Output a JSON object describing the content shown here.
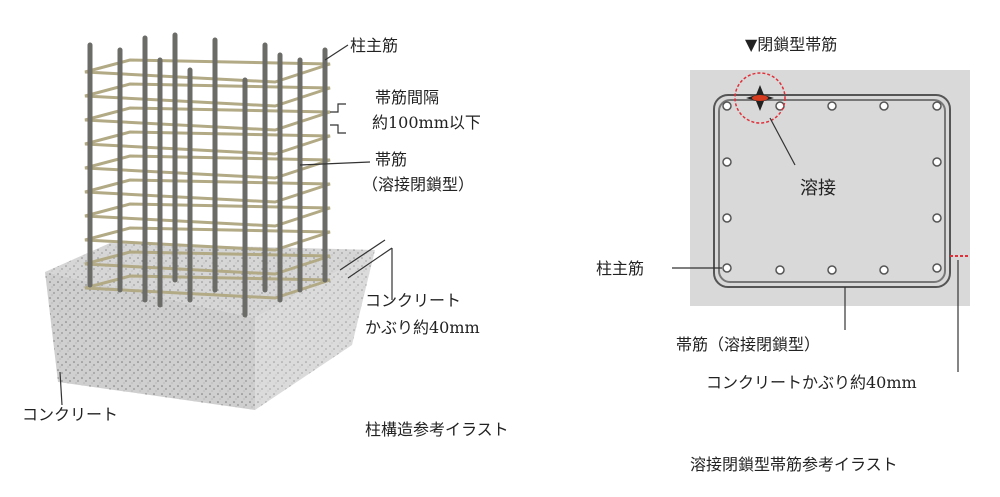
{
  "left_figure": {
    "label_main_bar": "柱主筋",
    "label_hoop_spacing_1": "帯筋間隔",
    "label_hoop_spacing_2": "約100mm以下",
    "label_hoop_1": "帯筋",
    "label_hoop_2": "（溶接閉鎖型）",
    "label_cover_1": "コンクリート",
    "label_cover_2": "かぶり約40mm",
    "label_concrete": "コンクリート",
    "caption": "柱構造参考イラスト"
  },
  "right_figure": {
    "title": "▼閉鎖型帯筋",
    "label_weld": "溶接",
    "label_main_bar": "柱主筋",
    "label_hoop": "帯筋（溶接閉鎖型）",
    "label_cover": "コンクリートかぶり約40mm",
    "caption": "溶接閉鎖型帯筋参考イラスト"
  },
  "colors": {
    "concrete": "#c8c8c8",
    "rebar": "#6a6a66",
    "hoop": "#b7ae8a",
    "section_bg": "#d9d9d9",
    "weld_red": "#e0303a"
  }
}
